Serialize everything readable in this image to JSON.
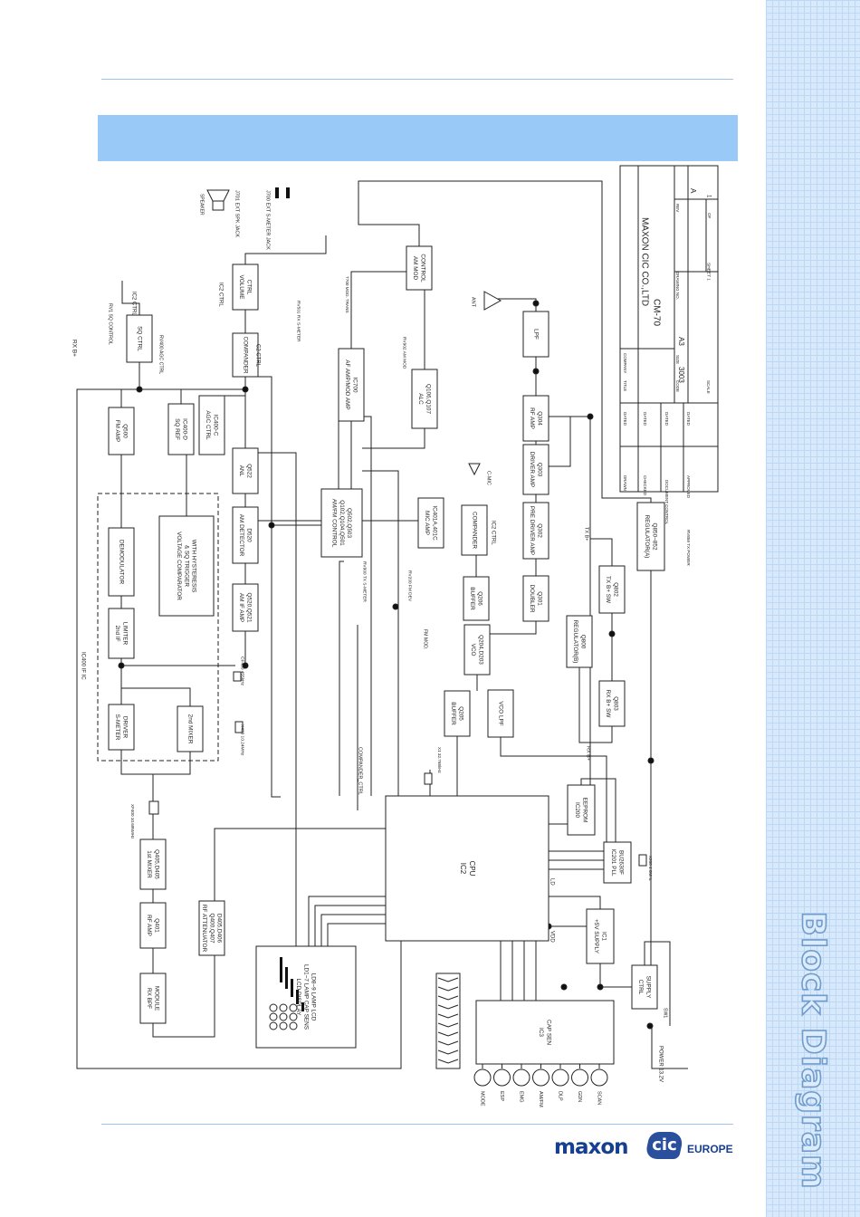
{
  "page": {
    "side_title": "Block Diagram"
  },
  "logo": {
    "brand_a": "maxon",
    "brand_b": "cic",
    "region": "EUROPE"
  },
  "blocks": [
    {
      "id": "rx-bpf",
      "l1": "RX BPF",
      "l2": "MODULE"
    },
    {
      "id": "rf-amp",
      "l1": "RF AMP",
      "l2": "Q401"
    },
    {
      "id": "mixer1",
      "l1": "1st MIXER",
      "l2": "Q405,D405"
    },
    {
      "id": "smeter",
      "l1": "S-METER",
      "l2": "DRIVER"
    },
    {
      "id": "limiter",
      "l1": "2nd IF",
      "l2": "LIMITER"
    },
    {
      "id": "demod",
      "l1": "DEMODULATOR",
      "l2": ""
    },
    {
      "id": "fmamp",
      "l1": "FM AMP",
      "l2": "Q500"
    },
    {
      "id": "sqctrl",
      "l1": "SQ CTRL",
      "l2": ""
    },
    {
      "id": "mixer2",
      "l1": "2nd MIXER",
      "l2": ""
    },
    {
      "id": "vcomp",
      "l1": "VOLTAGE COMPARATOR",
      "l2": "& SQ TRIGGER",
      "l3": "WITH HYSTERESIS"
    },
    {
      "id": "sqref",
      "l1": "SQ REF",
      "l2": "IC400-D"
    },
    {
      "id": "agc",
      "l1": "AGC CTRL",
      "l2": "IC400-C"
    },
    {
      "id": "attn",
      "l1": "RF ATTENUATOR",
      "l2": "Q400,Q407",
      "l3": "D405,D406"
    },
    {
      "id": "amif",
      "l1": "AM IF AMP",
      "l2": "Q520,Q521"
    },
    {
      "id": "amdet",
      "l1": "AM DETECTOR",
      "l2": "D520"
    },
    {
      "id": "anl",
      "l1": "ANL",
      "l2": "Q522"
    },
    {
      "id": "compander1",
      "l1": "COMPANDER",
      "l2": ""
    },
    {
      "id": "volume",
      "l1": "VOLUME",
      "l2": "CTRL"
    },
    {
      "id": "afamp",
      "l1": "AF AMP/MOD AMP",
      "l2": "IC700"
    },
    {
      "id": "amfmctrl",
      "l1": "AM/FM CONTROL",
      "l2": "Q102,Q104,Q501",
      "l3": "Q502,Q503"
    },
    {
      "id": "alc",
      "l1": "ALC",
      "l2": "Q106,Q107"
    },
    {
      "id": "ammod",
      "l1": "AM MOD",
      "l2": "CONTROL"
    },
    {
      "id": "micamp",
      "l1": "MIC AMP",
      "l2": "IC401A,401C"
    },
    {
      "id": "compander2",
      "l1": "COMPANDER",
      "l2": ""
    },
    {
      "id": "buffer1",
      "l1": "BUFFER",
      "l2": "Q206"
    },
    {
      "id": "vco",
      "l1": "VCO",
      "l2": "Q204,D203"
    },
    {
      "id": "buffer2",
      "l1": "BUFFER",
      "l2": "Q205"
    },
    {
      "id": "vcolpf",
      "l1": "VCO LPF",
      "l2": ""
    },
    {
      "id": "doubler",
      "l1": "DOUBLER",
      "l2": "Q301"
    },
    {
      "id": "predriver",
      "l1": "PRE DRIVER AMP",
      "l2": "Q302"
    },
    {
      "id": "driver",
      "l1": "DRIVER AMP",
      "l2": "Q303"
    },
    {
      "id": "rfamp2",
      "l1": "RF AMP",
      "l2": "Q304"
    },
    {
      "id": "lpf",
      "l1": "LPF",
      "l2": ""
    },
    {
      "id": "cpu",
      "l1": "IC2",
      "l2": "CPU"
    },
    {
      "id": "eeprom",
      "l1": "IC200",
      "l2": "EEPROM"
    },
    {
      "id": "pll",
      "l1": "IC201 PLL",
      "l2": "BU2630F"
    },
    {
      "id": "supply5",
      "l1": "+5V SUPPLY",
      "l2": "IC1"
    },
    {
      "id": "ctrlsupply",
      "l1": "CTRL",
      "l2": "SUPPLY"
    },
    {
      "id": "capsen",
      "l1": "IC3",
      "l2": "CAP SEN"
    },
    {
      "id": "txsw",
      "l1": "TX B+ SW",
      "l2": "Q802"
    },
    {
      "id": "rxsw",
      "l1": "RX B+ SW",
      "l2": "Q803"
    },
    {
      "id": "regB",
      "l1": "REGULATOR(B)",
      "l2": "Q800"
    },
    {
      "id": "regA",
      "l1": "REGULATOR(A)",
      "l2": "Q850~852"
    },
    {
      "id": "lcd",
      "l1": "LCD DISPLAY",
      "l2": "",
      "l3": "LD1~7 LAMP CAP SENS",
      "l4": "LD8~9 LAMP LCD"
    }
  ],
  "labels": {
    "rxb": "RX B+",
    "sqcontrol": "RV1 SQ CONTROL",
    "ic2ctrl_a": "IC2 CTRL",
    "agcctrl": "RV400 AGC CTRL",
    "ic2ctrl_b": "IC2 CTRL",
    "c2ctrl": "C2 CTRL",
    "speaker": "SPEAKER",
    "j701": "J701 EXT SPK JACK",
    "j700": "J700 EXT S-METER JACK",
    "rxsmeter": "RV501 RX S-METER",
    "t700": "T700 MOD. TRANS",
    "ant": "ANT",
    "rv902": "RV902 AM MOD",
    "cmic": "C-MIC",
    "ic2ctrl_c": "IC2 CTRL",
    "rv900": "RV900 TX S-METER",
    "rv200": "RV200 FM DEV",
    "fmmod": "FM MOD.",
    "ic400": "IC400 IF IC",
    "cf400": "CF400 455kHz",
    "x400": "X400 10.24MHz",
    "xf400": "XF400 10.695MHz",
    "companderctrl": "COMPANDER_CTRL",
    "x1": "X1 32.768kHz",
    "x200": "X200 4.0MHz",
    "ld": "LD",
    "vdd": "VDD",
    "txb": "TX B+",
    "rv859": "RV859 TX POWER",
    "rxb2": "RX B+",
    "sw1": "SW1",
    "power": "POWER 13.2V",
    "btn_mode": "MODE",
    "btn_esp": "ESP",
    "btn_emg": "EMG",
    "btn_amfm": "AM/FM",
    "btn_dlp": "DLP",
    "btn_gdn": "GDN",
    "btn_scan": "SCAN"
  },
  "title_block": {
    "company_hdr": "COMPANY",
    "company": "MAXON CIC CO.,LTD",
    "title_hdr": "TITLE",
    "title": "CM-70",
    "code_hdr": "CODE",
    "code": "3003",
    "size_hdr": "SIZE",
    "size": "A3",
    "drawing_hdr": "DRAWING NO.",
    "rev_hdr": "REV",
    "rev": "A",
    "scale_hdr": "SCALE",
    "sheet": "SHEET 1",
    "of": "OF",
    "of_val": "1",
    "drawn": "DRAWN",
    "checked": "CHECKED",
    "doc_ctrl": "DOCUMENT CONTROL",
    "approved": "APPROVED",
    "dated": "DATED"
  }
}
